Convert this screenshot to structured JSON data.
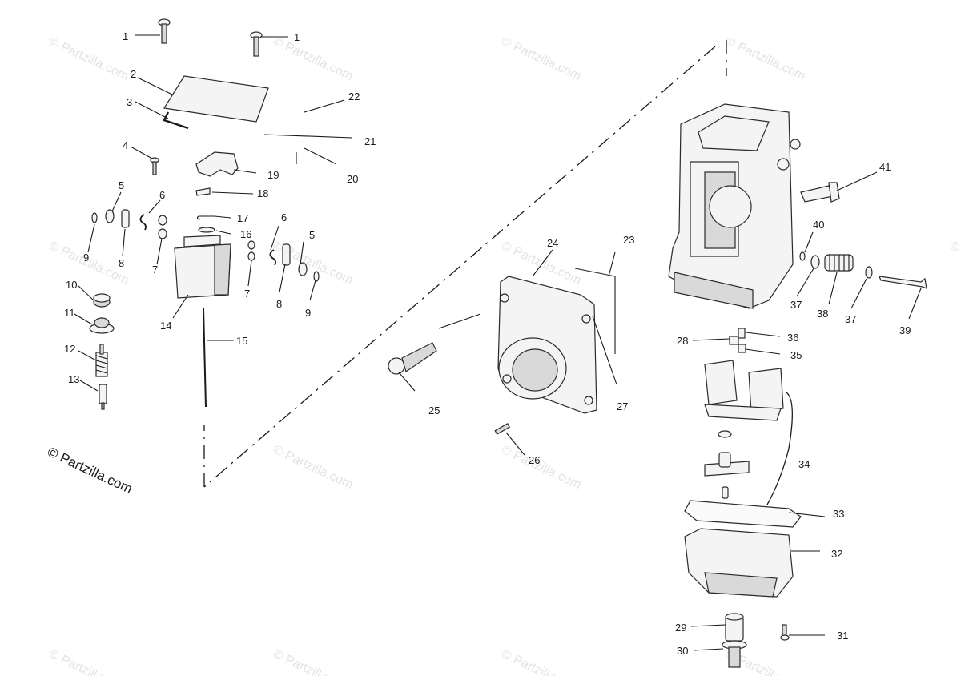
{
  "copyright": "© Partzilla.com",
  "watermark_text": "© Partzilla.com",
  "callouts": {
    "c1a": "1",
    "c1b": "1",
    "c2": "2",
    "c3": "3",
    "c4": "4",
    "c5a": "5",
    "c5b": "5",
    "c6a": "6",
    "c6b": "6",
    "c7a": "7",
    "c7b": "7",
    "c8a": "8",
    "c8b": "8",
    "c9a": "9",
    "c9b": "9",
    "c10": "10",
    "c11": "11",
    "c12": "12",
    "c13": "13",
    "c14": "14",
    "c15": "15",
    "c16": "16",
    "c17": "17",
    "c18": "18",
    "c19": "19",
    "c20": "20",
    "c21": "21",
    "c22": "22",
    "c23": "23",
    "c24": "24",
    "c25": "25",
    "c26": "26",
    "c27": "27",
    "c28": "28",
    "c29": "29",
    "c30": "30",
    "c31": "31",
    "c32": "32",
    "c33": "33",
    "c34": "34",
    "c35": "35",
    "c36": "36",
    "c37a": "37",
    "c37b": "37",
    "c38": "38",
    "c39": "39",
    "c40": "40",
    "c41": "41"
  },
  "colors": {
    "ink": "#1a1a1a",
    "watermark": "#e3e3e3",
    "background": "#ffffff"
  }
}
